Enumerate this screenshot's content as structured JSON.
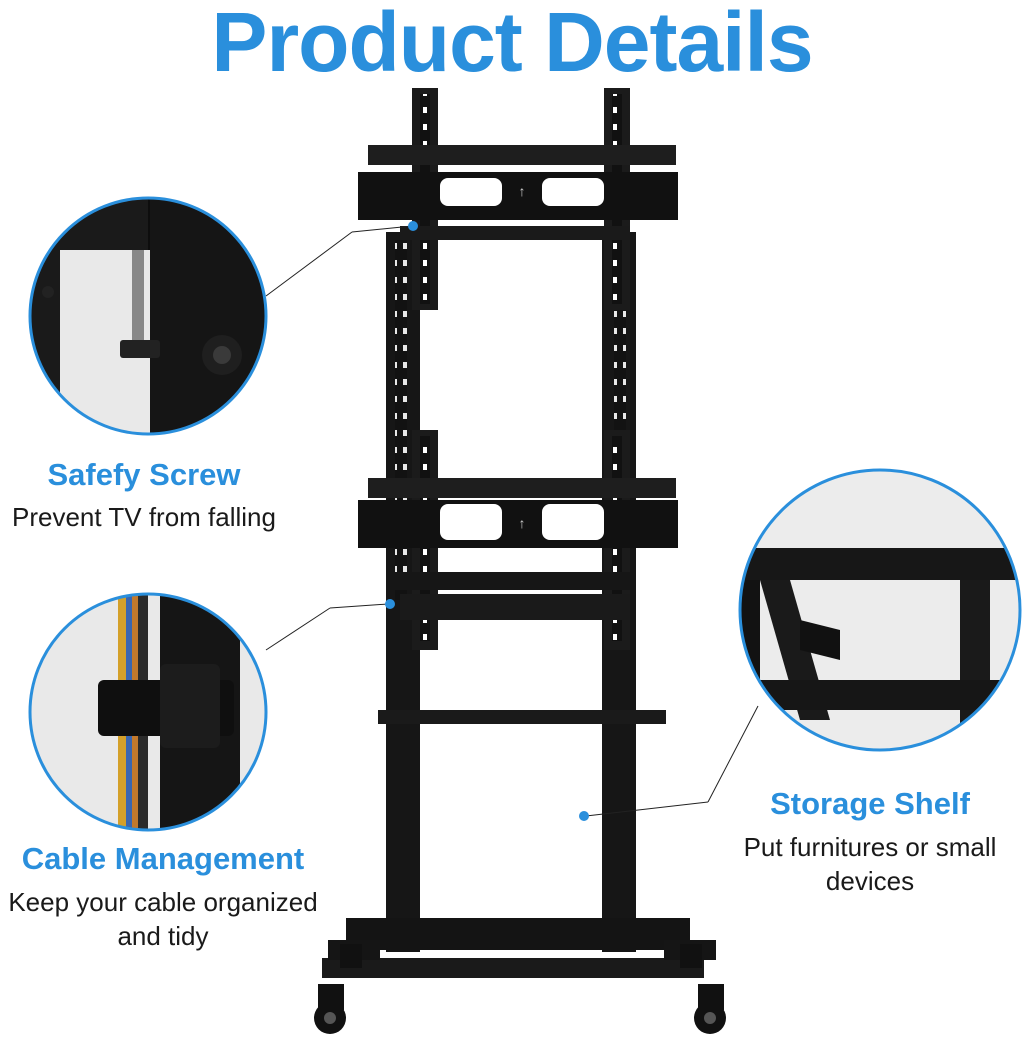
{
  "title": "Product Details",
  "accent_color": "#2a8fdc",
  "features": [
    {
      "heading": "Safefy Screw",
      "description": "Prevent TV from falling"
    },
    {
      "heading": "Cable Management",
      "description": "Keep your cable organized and tidy"
    },
    {
      "heading": "Storage Shelf",
      "description": "Put furnitures or small devices"
    }
  ]
}
